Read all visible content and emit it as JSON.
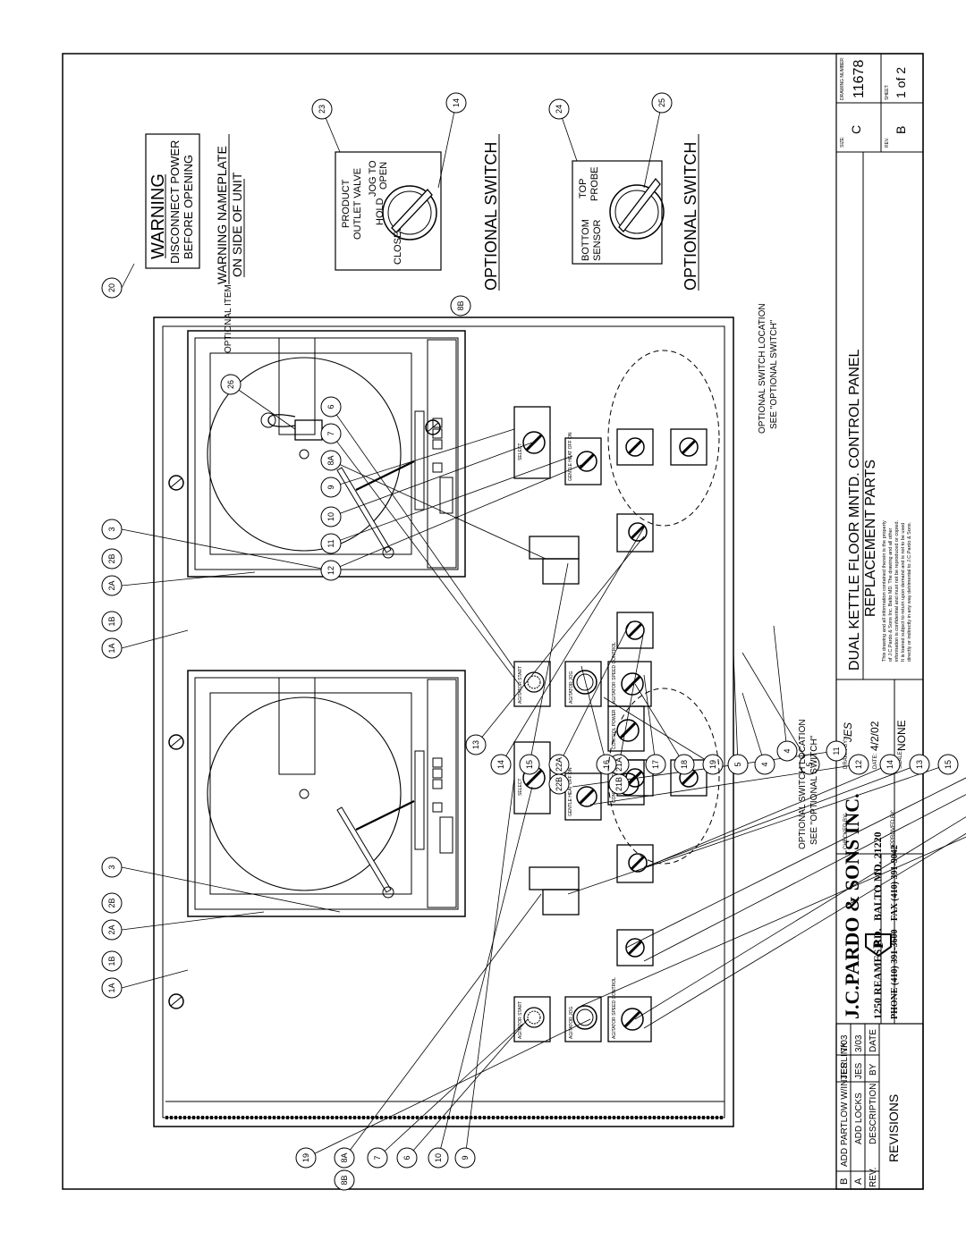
{
  "warning": {
    "title": "WARNING",
    "line1": "DISCONNECT POWER",
    "line2": "BEFORE OPENING"
  },
  "nameplate": {
    "line1": "WARNING NAMEPLATE",
    "line2": "ON SIDE OF UNIT"
  },
  "valve_switch": {
    "l1": "PRODUCT",
    "l2": "OUTLET VALVE",
    "l3": "HOLD",
    "l4": "JOG TO",
    "l5": "OPEN",
    "l6": "CLOSED"
  },
  "probe_switch": {
    "top": "TOP",
    "probe": "PROBE",
    "bottom": "BOTTOM",
    "sensor": "SENSOR"
  },
  "optional_switch": "OPTIONAL SWITCH",
  "optional_item": "OPTIONAL ITEM",
  "optional_location_1": "OPTIONAL SWITCH LOCATION",
  "optional_location_2": "SEE \"OPTIONAL SWITCH\"",
  "panel_labels": {
    "control_power": "CONTROL POWER",
    "off_on": "OFF ON",
    "agitator_start": "AGITATOR START",
    "agitator_jog": "AGITATOR JOG",
    "agitator_speed": "AGITATOR SPEED CONTROL",
    "gentle_heat": "GENTLE HEAT OFF ON",
    "select": "SELECT"
  },
  "callouts": [
    "1A",
    "1B",
    "2A",
    "2B",
    "3",
    "4",
    "5",
    "6",
    "7",
    "8A",
    "8B",
    "9",
    "10",
    "11",
    "12",
    "13",
    "14",
    "15",
    "16",
    "17",
    "18",
    "19",
    "20",
    "21A",
    "21B",
    "22A",
    "22B",
    "23",
    "24",
    "25",
    "26"
  ],
  "title_block": {
    "company": "J.C.PARDO & SONS INC.",
    "address": "1250 REAMES RD.",
    "city": "BALTO MD. 21220",
    "phone": "PHONE (410) 391-3600",
    "fax": "FAX (410) 391-9042",
    "title1": "DUAL KETTLE FLOOR MNTD. CONTROL PANEL",
    "title2": "REPLACEMENT PARTS",
    "notice1": "This drawing and all information contained therein is the property",
    "notice2": "of J.C.Pardo & Sons Inc. Balto MD. The drawing and all other",
    "notice3": "information is confidential and must not be reproduced or copied.",
    "notice4": "It is loaned subject to return upon demand and is not to be used",
    "notice5": "directly or indirectly in any way detrimental to J.C.Pardo & Sons.",
    "checked_by_label": "CHECKED BY:",
    "approved_by_label": "APPROVED BY:",
    "drawn_by_label": "DRAWN BY:",
    "drawn_by": "JES",
    "date_label": "DATE:",
    "date": "4/2/02",
    "scale_label": "SCALE:",
    "scale": "NONE",
    "size_label": "SIZE:",
    "size": "C",
    "rev_label": "REV.",
    "rev": "B",
    "drawing_number_label": "DRAWING NUMBER:",
    "drawing_number": "11678",
    "sheet_label": "SHEET:",
    "sheet": "1 of 2"
  },
  "revisions": {
    "title": "REVISIONS",
    "header": {
      "rev": "REV.",
      "description": "DESCRIPTION",
      "by": "BY",
      "date": "DATE"
    },
    "rows": [
      {
        "rev": "B",
        "description": "ADD PARTLOW W/INTERLINK",
        "by": "JES",
        "date": "7/03"
      },
      {
        "rev": "A",
        "description": "ADD LOCKS",
        "by": "JES",
        "date": "3/03"
      }
    ]
  }
}
